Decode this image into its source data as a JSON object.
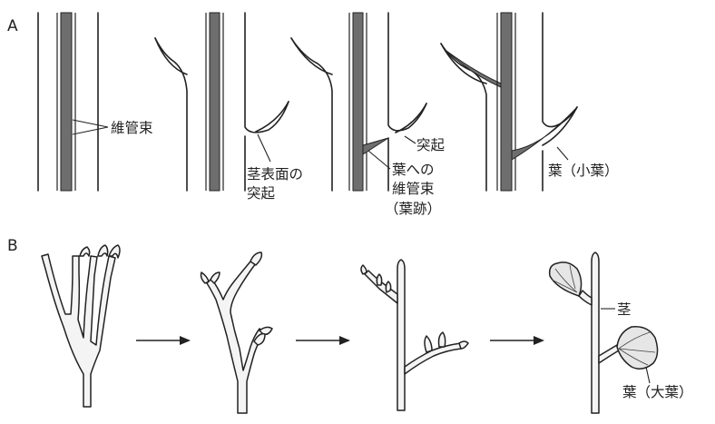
{
  "panels": {
    "a": {
      "letter": "A",
      "labels": {
        "vascular_bundle": "維管束",
        "stem_surface_outgrowth_line1": "茎表面の",
        "stem_surface_outgrowth_line2": "突起",
        "outgrowth": "突起",
        "leaf_bundle_line1": "葉への",
        "leaf_bundle_line2": "維管束",
        "leaf_bundle_line3": "（葉跡）",
        "microphyll": "葉（小葉）"
      }
    },
    "b": {
      "letter": "B",
      "labels": {
        "stem": "茎",
        "megaphyll": "葉（大葉）"
      }
    }
  }
}
